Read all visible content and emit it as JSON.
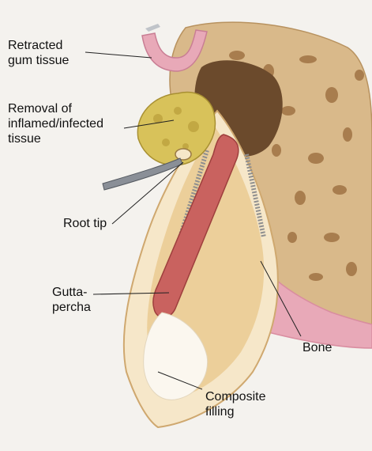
{
  "labels": {
    "retracted_gum": [
      "Retracted",
      "gum tissue"
    ],
    "removal": [
      "Removal of",
      "inflamed/infected",
      "tissue"
    ],
    "root_tip": [
      "Root tip"
    ],
    "gutta": [
      "Gutta-",
      "percha"
    ],
    "bone": [
      "Bone"
    ],
    "composite": [
      "Composite",
      "filling"
    ]
  },
  "colors": {
    "background": "#f4f2ee",
    "bone_fill": "#d9b98a",
    "bone_pores": "#a87d4e",
    "gum_pink": "#e8a9b8",
    "gum_dark": "#d98da0",
    "tooth_enamel": "#f6e7c9",
    "dentin": "#eccf9a",
    "gutta_percha": "#c9625f",
    "cyst_yellow": "#d8c25a",
    "composite": "#fbf7ef",
    "instrument": "#8a8f97",
    "leader_line": "#222222"
  }
}
